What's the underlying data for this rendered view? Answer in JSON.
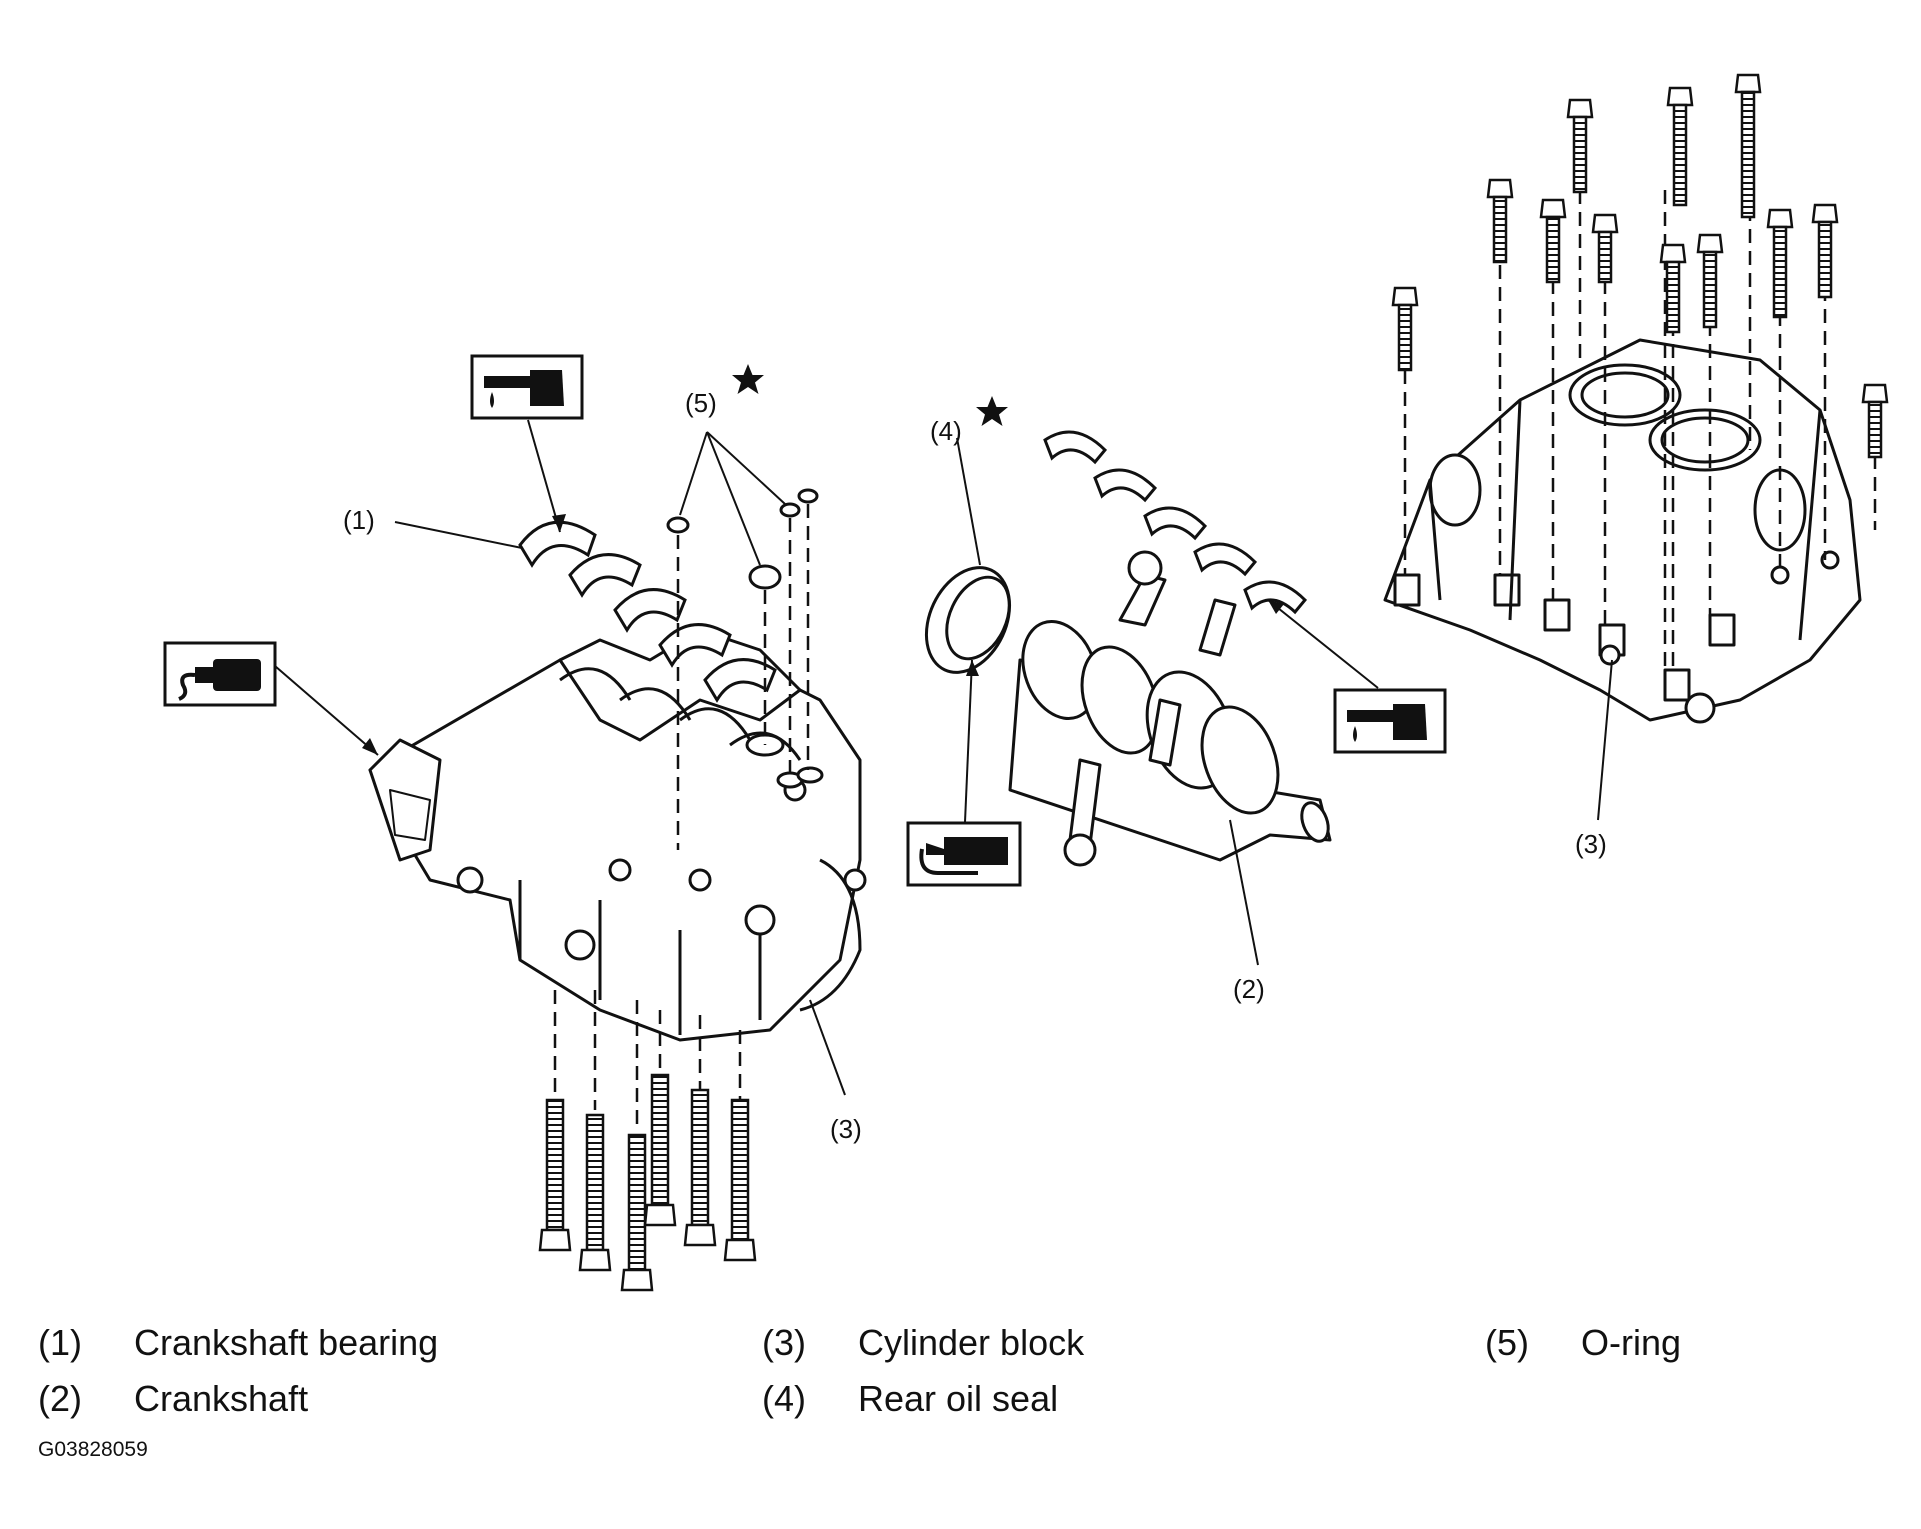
{
  "callouts": {
    "c1": "(1)",
    "c2": "(2)",
    "c3_center": "(3)",
    "c3_right": "(3)",
    "c4": "(4)",
    "c5": "(5)"
  },
  "legend": [
    {
      "num": "(1)",
      "label": "Crankshaft bearing"
    },
    {
      "num": "(2)",
      "label": "Crankshaft"
    },
    {
      "num": "(3)",
      "label": "Cylinder block"
    },
    {
      "num": "(4)",
      "label": "Rear oil seal"
    },
    {
      "num": "(5)",
      "label": "O-ring"
    }
  ],
  "figure_id": "G03828059",
  "icons": [
    "oil-can-icon",
    "liquid-gasket-icon",
    "grease-gun-icon",
    "oil-can-icon",
    "star-icon",
    "star-icon"
  ],
  "colors": {
    "ink": "#111111",
    "background": "#ffffff"
  }
}
